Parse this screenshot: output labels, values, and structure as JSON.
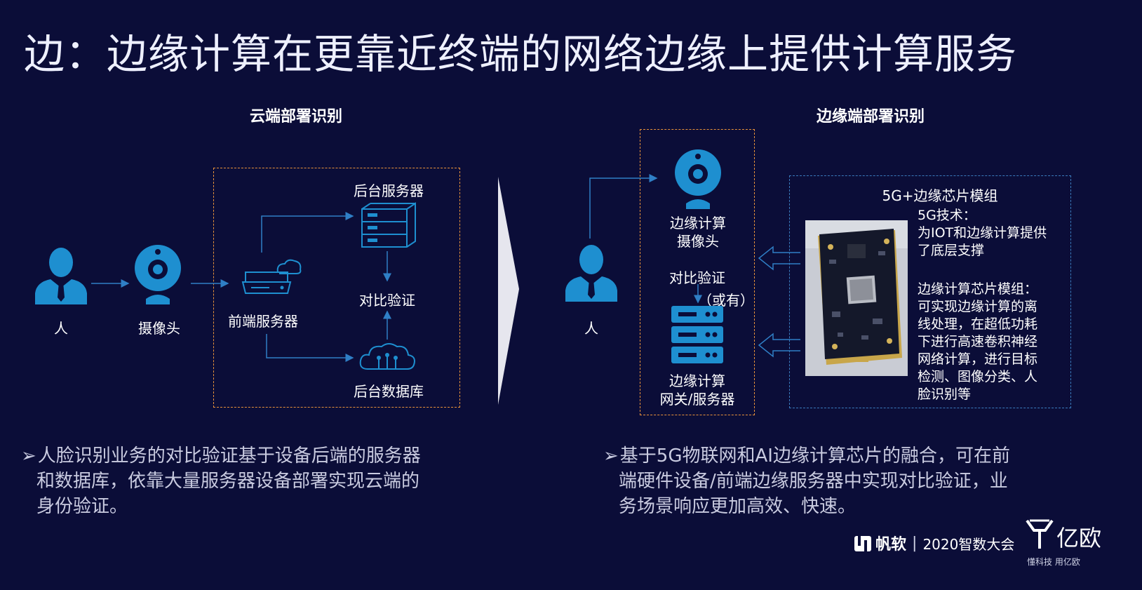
{
  "title": "边：边缘计算在更靠近终端的网络边缘上提供计算服务",
  "cloud": {
    "heading": "云端部署识别",
    "person": "人",
    "camera": "摄像头",
    "front_server": "前端服务器",
    "back_server": "后台服务器",
    "compare": "对比验证",
    "database": "后台数据库"
  },
  "edge": {
    "heading": "边缘端部署识别",
    "person": "人",
    "camera": [
      "边缘计算",
      "摄像头"
    ],
    "compare": "对比验证",
    "or": "（或有）",
    "gateway": [
      "边缘计算",
      "网关/服务器"
    ],
    "module_title": "5G+边缘芯片模组",
    "desc1": [
      "5G技术：",
      "为IOT和边缘计算提供",
      "了底层支撑"
    ],
    "desc2": [
      "边缘计算芯片模组：",
      "可实现边缘计算的离",
      "线处理，在超低功耗",
      "下进行高速卷积神经",
      "网络计算，进行目标",
      "检测、图像分类、人",
      "脸识别等"
    ]
  },
  "bullets": {
    "left": [
      "人脸识别业务的对比验证基于设备后端的服务器",
      "和数据库，依靠大量服务器设备部署实现云端的",
      "身份验证。"
    ],
    "right": [
      "基于5G物联网和AI边缘计算芯片的融合，可在前",
      "端硬件设备/前端边缘服务器中实现对比验证，业",
      "务场景响应更加高效、快速。"
    ]
  },
  "footer": {
    "brand": "帆软",
    "separator": "|",
    "event": "2020智数大会",
    "partner": "亿欧",
    "partner_slogan": "懂科技 用亿欧"
  },
  "colors": {
    "background": "#0b0d38",
    "icon_blue": "#1e8fd0",
    "dash_orange": "#e8923a",
    "dash_blue": "#3a7bbd",
    "arrow_blue": "#2f7fc6"
  }
}
